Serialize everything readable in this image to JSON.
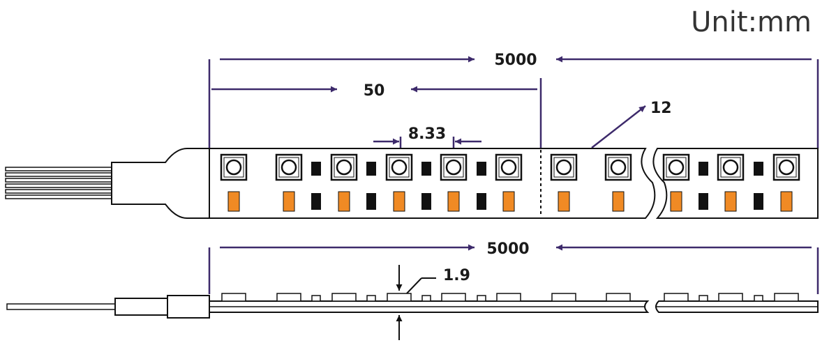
{
  "unit_label": "Unit:mm",
  "dimensions": {
    "total_length": "5000",
    "cut_length": "50",
    "led_pitch": "8.33",
    "width": "12",
    "side_length": "5000",
    "thickness": "1.9"
  },
  "colors": {
    "dimension_line": "#3d2a6b",
    "outline": "#111111",
    "orange_component": "#f08a24",
    "black_component": "#111111"
  }
}
